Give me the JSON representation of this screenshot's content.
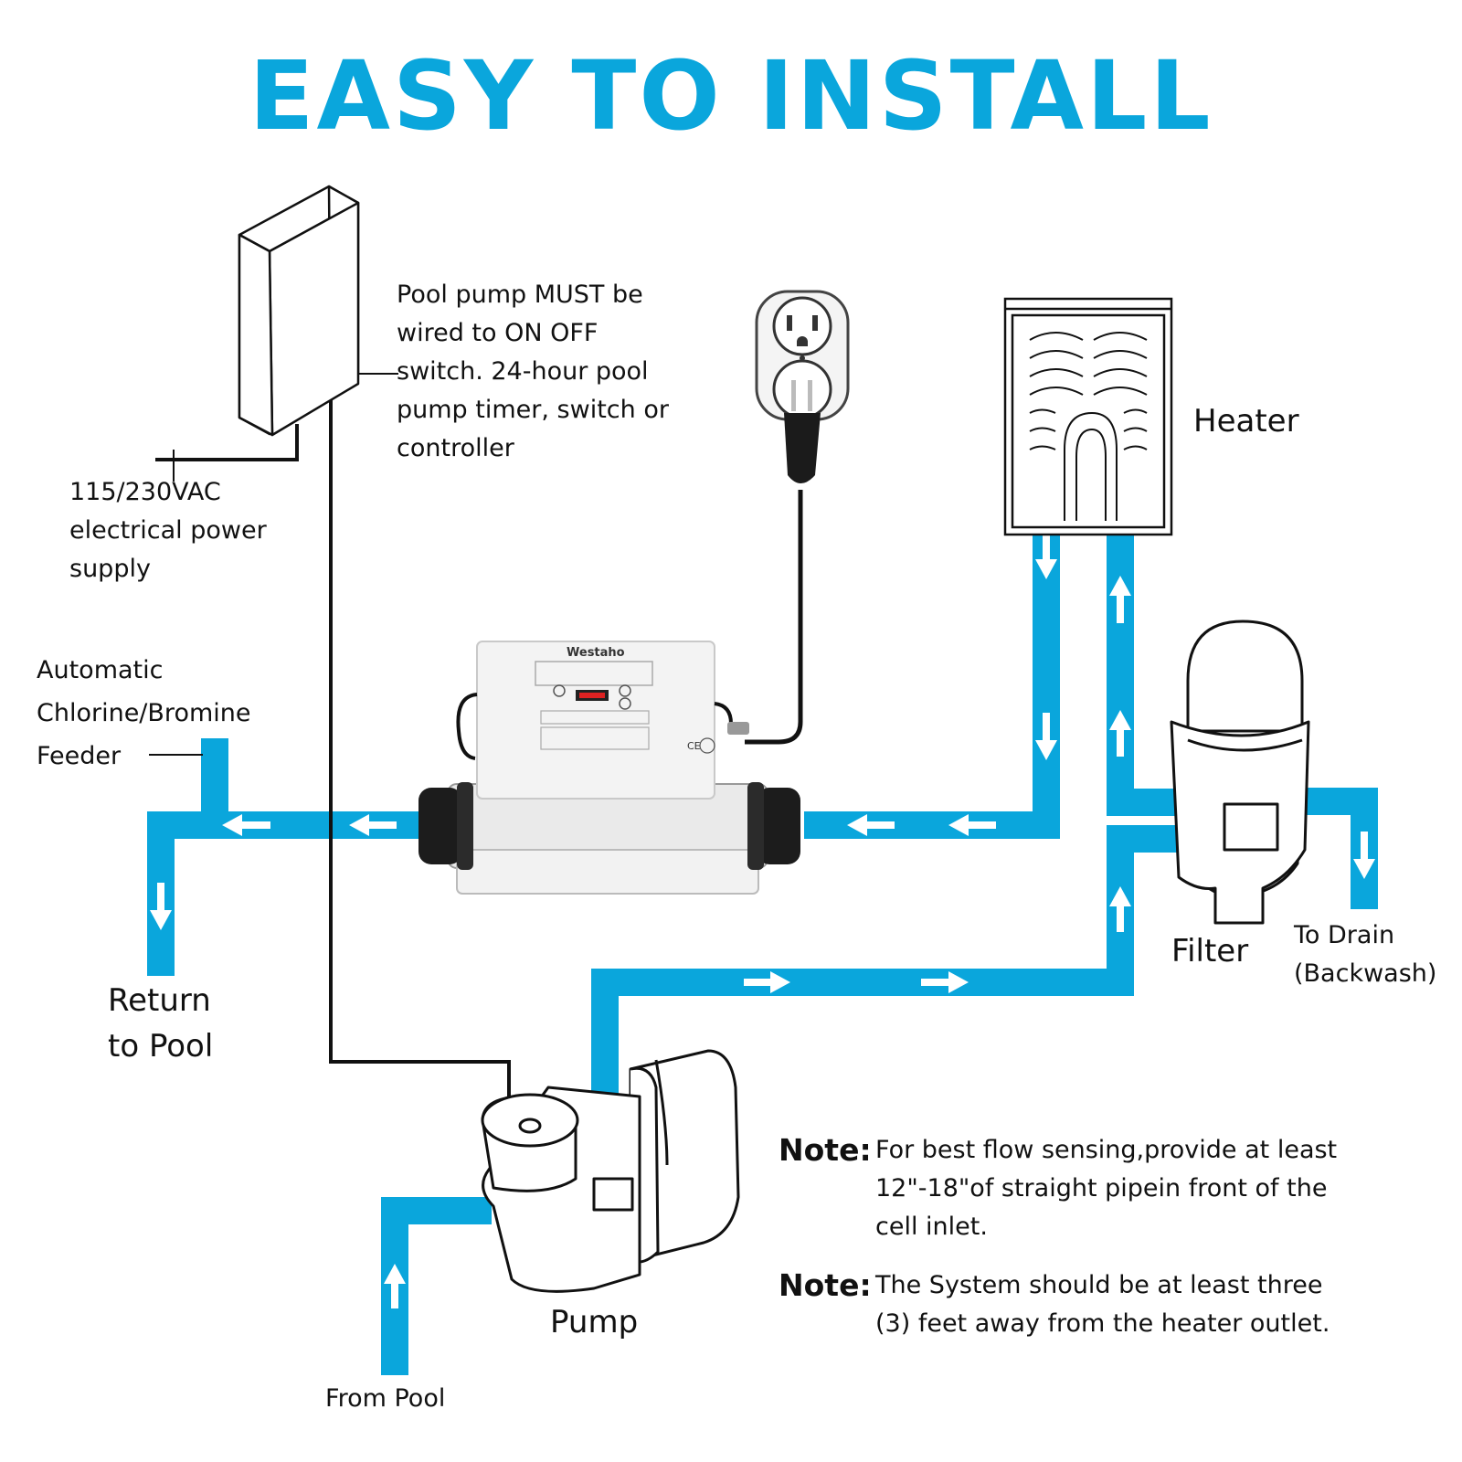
{
  "title": "EASY TO INSTALL",
  "colors": {
    "accent": "#0aa6dc",
    "pipe": "#0aa6dc",
    "wire": "#111111"
  },
  "labels": {
    "switch_note": [
      "Pool pump MUST be",
      "wired to ON OFF",
      "switch. 24-hour pool",
      "pump timer, switch or",
      "controller"
    ],
    "power_supply": [
      "115/230VAC",
      "electrical power",
      "supply"
    ],
    "feeder": [
      "Automatic",
      "Chlorine/Bromine",
      "Feeder"
    ],
    "return_to_pool": [
      "Return",
      "to Pool"
    ],
    "heater": "Heater",
    "filter": "Filter",
    "to_drain": [
      "To Drain",
      "(Backwash)"
    ],
    "pump": "Pump",
    "from_pool": "From Pool"
  },
  "device": {
    "brand": "Westaho"
  },
  "notes": [
    {
      "key": "Note:",
      "lines": [
        "For best flow sensing,provide at least",
        "12\"-18\"of straight pipein front of the",
        "cell inlet."
      ]
    },
    {
      "key": "Note:",
      "lines": [
        "The System should be at least three",
        "(3) feet away from the heater outlet."
      ]
    }
  ],
  "icons": [
    "outlet-icon",
    "plug-icon",
    "switch-box-icon",
    "heater-icon",
    "filter-icon",
    "pump-icon",
    "chlorinator-icon",
    "flow-arrow-icon"
  ]
}
